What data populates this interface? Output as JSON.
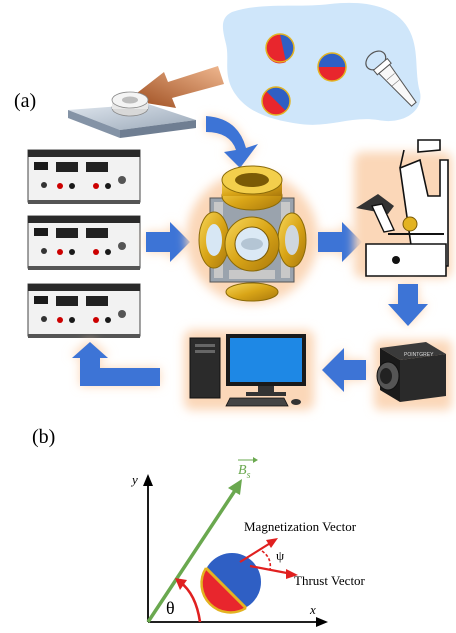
{
  "panel_labels": {
    "a": "(a)",
    "b": "(b)"
  },
  "vectors": {
    "field_label_base": "B",
    "field_label_sub": "s",
    "magnetization": "Magnetization Vector",
    "thrust": "Thrust Vector",
    "psi": "ψ",
    "theta": "θ",
    "x_axis": "x",
    "y_axis": "y"
  },
  "camera": {
    "brand": "POINTGREY"
  },
  "colors": {
    "arrow_blue": "#3d74d6",
    "glow": "#fbd7b8",
    "field_green": "#6aa84f",
    "vector_red": "#e02020",
    "gold": "#e3b321",
    "solution_blue": "#cfe6fa",
    "janus_red": "#e8262d",
    "janus_blue": "#2f5fc4"
  },
  "icons": [
    "power-supply-icon",
    "magnetic-coil-system-icon",
    "microscope-icon",
    "camera-icon",
    "computer-icon",
    "substrate-icon",
    "pipette-tube-icon",
    "janus-particle-icon"
  ]
}
